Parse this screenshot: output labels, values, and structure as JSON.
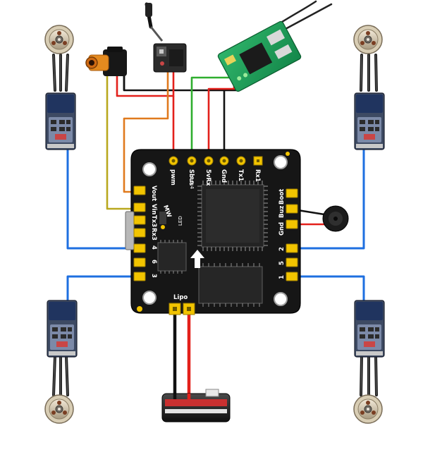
{
  "fc": {
    "brand": "MW",
    "top_pads": [
      "pwm",
      "Sbus",
      "5vRx",
      "Gnd",
      "Tx1",
      "Rx1"
    ],
    "left_pads": [
      "Vout",
      "Vin",
      "Tx3",
      "Rx3",
      "4",
      "6",
      "3"
    ],
    "right_pads": [
      "Boot",
      "Buz",
      "Gnd",
      "2",
      "5",
      "1"
    ],
    "lipo_label": "Lipo",
    "led_label": "LED",
    "sub_label": "6 5 4"
  },
  "colors": {
    "signal": "#1e6fe0",
    "power": "#e3201b",
    "ground": "#111111",
    "sbus": "#2fae2f",
    "video_out": "#e07a1e",
    "video_in": "#b9a81e",
    "board": "#161616",
    "pad": "#f2c400"
  }
}
